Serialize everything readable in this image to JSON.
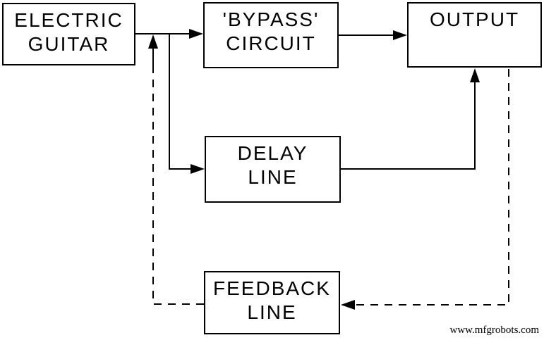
{
  "diagram_type": "block-diagram",
  "colors": {
    "background": "#ffffff",
    "box_fill": "#ffffff",
    "line": "#000000",
    "text": "#000000"
  },
  "nodes": {
    "electric_guitar": {
      "lines": [
        "ELECTRIC",
        "GUITAR"
      ]
    },
    "bypass_circuit": {
      "lines": [
        "'BYPASS'",
        "CIRCUIT"
      ]
    },
    "output": {
      "lines": [
        "OUTPUT"
      ]
    },
    "delay_line": {
      "lines": [
        "DELAY",
        "LINE"
      ]
    },
    "feedback_line": {
      "lines": [
        "FEEDBACK",
        "LINE"
      ]
    }
  },
  "edges": [
    {
      "from": "electric_guitar",
      "to": "bypass_circuit",
      "style": "solid",
      "arrow": "into-bypass-circuit"
    },
    {
      "from": "electric_guitar",
      "to": "delay_line",
      "style": "solid",
      "arrow": "into-delay-line"
    },
    {
      "from": "bypass_circuit",
      "to": "output",
      "style": "solid",
      "arrow": "into-output-left"
    },
    {
      "from": "delay_line",
      "to": "output",
      "style": "solid",
      "arrow": "into-output-bottom"
    },
    {
      "from": "output",
      "to": "feedback_line",
      "style": "dashed",
      "arrow": "into-feedback-line-right"
    },
    {
      "from": "feedback_line",
      "to": "electric_guitar_output_line",
      "style": "dashed",
      "arrow": "up-into-guitar-output-line"
    }
  ],
  "watermark": {
    "text": "www.mfgrobots.com"
  }
}
